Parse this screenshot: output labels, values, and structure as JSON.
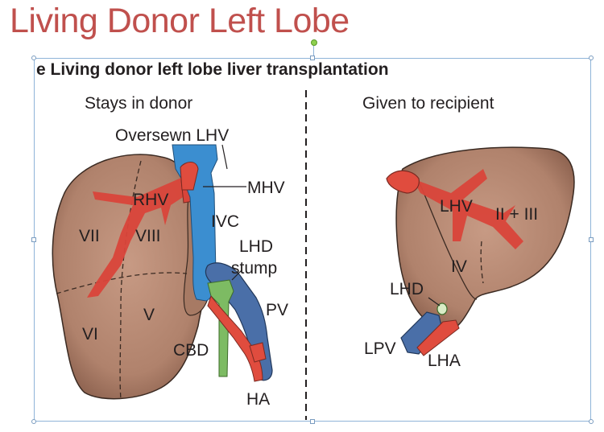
{
  "slide": {
    "title": "Living Donor Left Lobe"
  },
  "figure": {
    "heading": "e Living donor left lobe liver transplantation",
    "left_panel_title": "Stays in donor",
    "right_panel_title": "Given to recipient",
    "left_labels": {
      "oversewn_lhv": "Oversewn LHV",
      "mhv": "MHV",
      "rhv": "RHV",
      "ivc": "IVC",
      "vii": "VII",
      "viii": "VIII",
      "lhd": "LHD",
      "stump": "stump",
      "vi": "VI",
      "v": "V",
      "pv": "PV",
      "cbd": "CBD",
      "ha": "HA"
    },
    "right_labels": {
      "lhv": "LHV",
      "ii_iii": "II + III",
      "iv": "IV",
      "lhd": "LHD",
      "lpv": "LPV",
      "lha": "LHA"
    },
    "colors": {
      "liver": "#b58670",
      "hepatic_vein": "#d9443a",
      "ivc_blue": "#3b8ed0",
      "portal_vein": "#4a6fa8",
      "bile_duct": "#7dbb63",
      "title_red": "#c0504d"
    }
  }
}
